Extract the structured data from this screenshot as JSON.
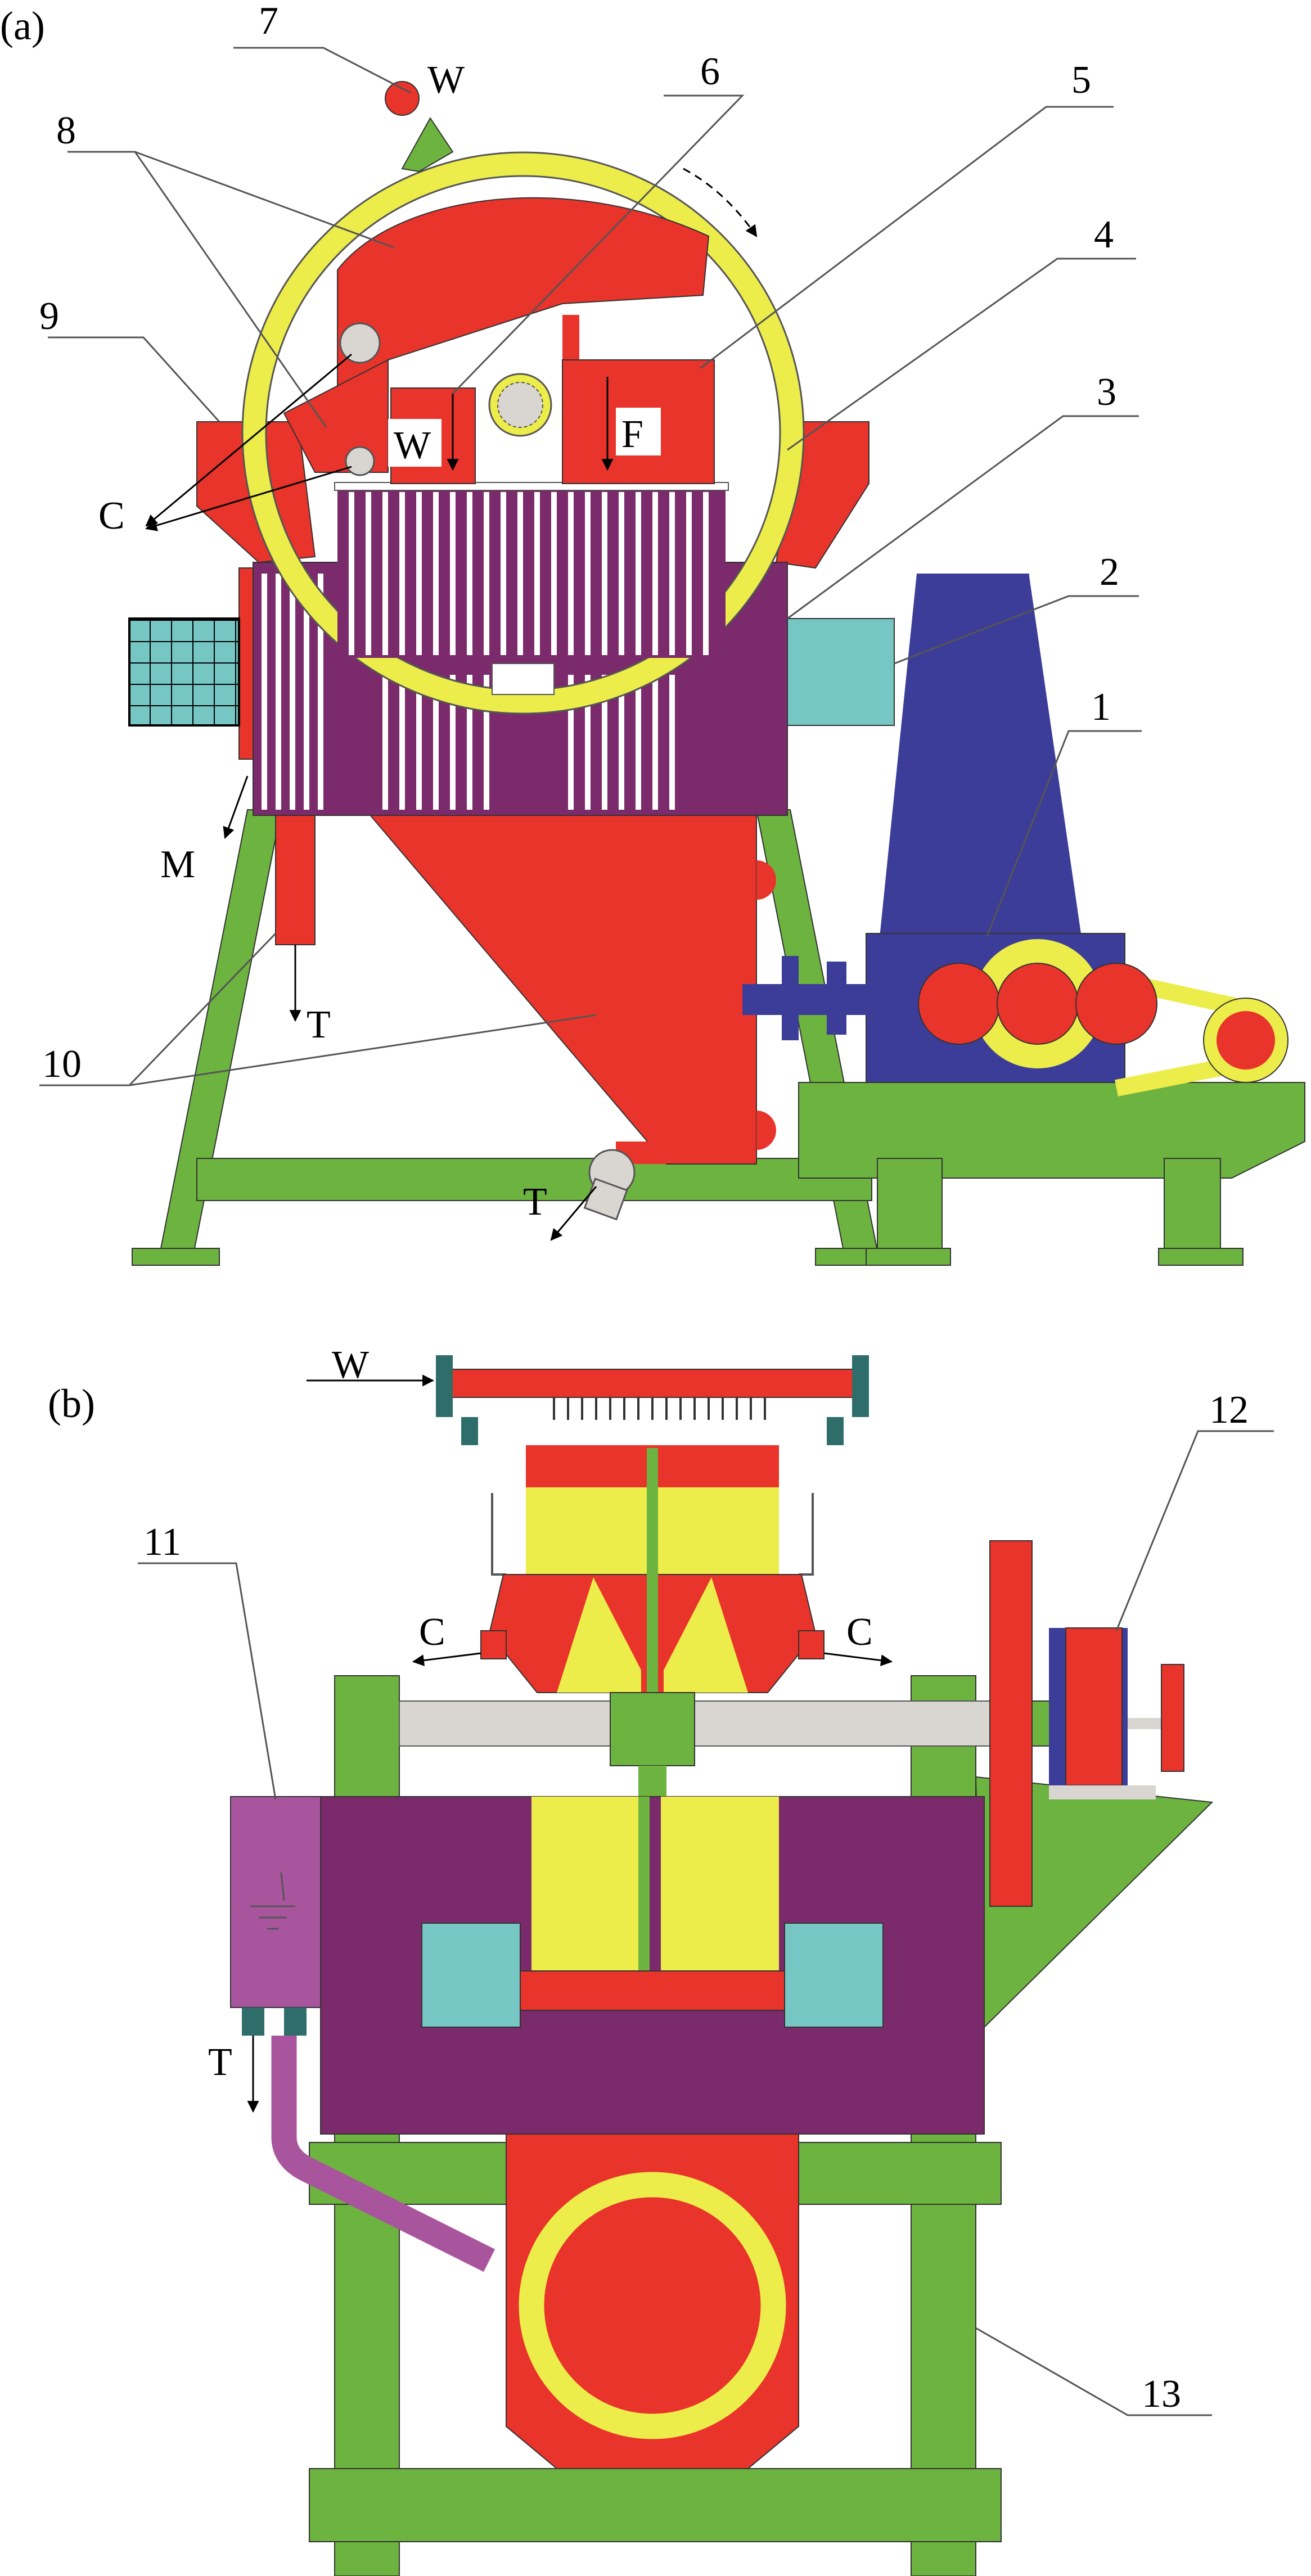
{
  "panel_a": {
    "tag": "(a)",
    "callouts": {
      "n1": "1",
      "n2": "2",
      "n3": "3",
      "n4": "4",
      "n5": "5",
      "n6": "6",
      "n7": "7",
      "n8": "8",
      "n9": "9",
      "n10": "10"
    },
    "flows": {
      "water_top": "W",
      "water_inside": "W",
      "feed": "F",
      "concentrate": "C",
      "middlings": "M",
      "tailings_left": "T",
      "tailings_bottom": "T"
    }
  },
  "panel_b": {
    "tag": "(b)",
    "callouts": {
      "n11": "11",
      "n12": "12",
      "n13": "13"
    },
    "flows": {
      "water": "W",
      "concentrate_left": "C",
      "concentrate_right": "C",
      "tailings": "T"
    }
  },
  "colors": {
    "red": "#e8342b",
    "yellow": "#ecec4a",
    "green": "#6db33f",
    "purple": "#7b2a6b",
    "violet": "#a9559e",
    "cyan": "#76c6c4",
    "blue": "#3c3d98",
    "grey": "#d9d6d2",
    "teal": "#2f6d6a"
  }
}
